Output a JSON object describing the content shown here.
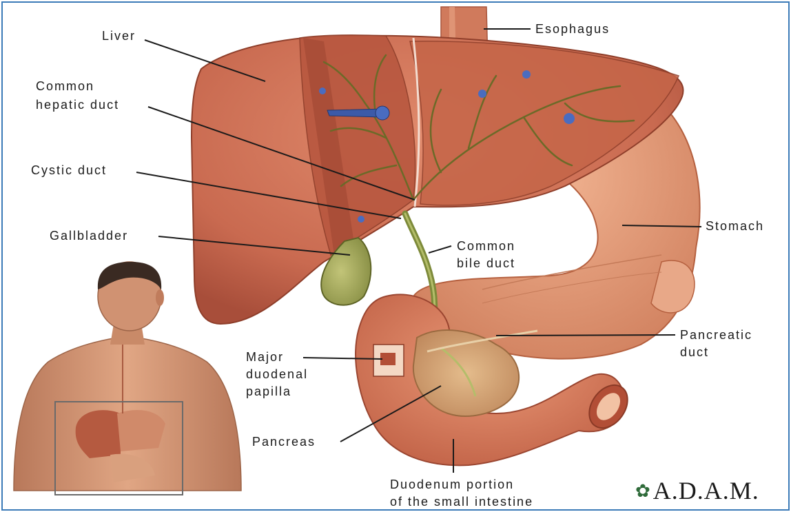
{
  "labels": {
    "esophagus": "Esophagus",
    "liver": "Liver",
    "common_hepatic_duct_1": "Common",
    "common_hepatic_duct_2": "hepatic duct",
    "cystic_duct": "Cystic duct",
    "gallbladder": "Gallbladder",
    "stomach": "Stomach",
    "common_bile_duct_1": "Common",
    "common_bile_duct_2": "bile duct",
    "pancreatic_duct_1": "Pancreatic",
    "pancreatic_duct_2": "duct",
    "major_papilla_1": "Major",
    "major_papilla_2": "duodenal",
    "major_papilla_3": "papilla",
    "pancreas": "Pancreas",
    "duodenum_1": "Duodenum portion",
    "duodenum_2": "of the small intestine"
  },
  "logo": {
    "text": "A.D.A.M.",
    "icon": "adam-leaf-icon"
  },
  "colors": {
    "frame": "#3b7ab8",
    "liver": "#c96a50",
    "liver_dark": "#a84e3a",
    "gallbladder": "#9aa256",
    "bile_duct": "#7d8a3a",
    "stomach": "#e29a78",
    "pancreas": "#d8a878",
    "duodenum": "#d97c5e",
    "skin": "#d99a78",
    "hair": "#3a2a22",
    "vessel_blue": "#3c5aa8",
    "leader_line": "#1a1a1a"
  }
}
